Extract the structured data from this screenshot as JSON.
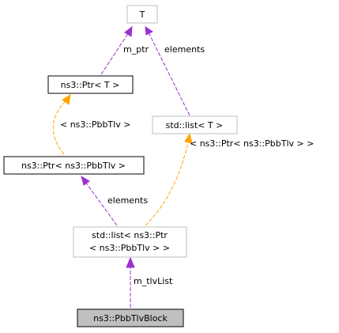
{
  "nodes": {
    "t": {
      "label": "T"
    },
    "ptr_t": {
      "label": "ns3::Ptr< T >"
    },
    "list_t": {
      "label": "std::list< T >"
    },
    "ptr_pbbtlv": {
      "label": "ns3::Ptr< ns3::PbbTlv >"
    },
    "list_ptr_pbbtlv": {
      "line1": "std::list< ns3::Ptr",
      "line2": "< ns3::PbbTlv > >"
    },
    "pbbtlvblock": {
      "label": "ns3::PbbTlvBlock"
    }
  },
  "edges": {
    "m_ptr": "m_ptr",
    "elements_top": "elements",
    "tmpl_ptr_pbbtlv": "< ns3::PbbTlv >",
    "tmpl_list": "< ns3::Ptr< ns3::PbbTlv > >",
    "elements_bottom": "elements",
    "m_tlvlist": "m_tlvList"
  },
  "colors": {
    "usage_edge": "#9a32cd",
    "template_edge": "#ffa500",
    "focus_fill": "#bfbfbf",
    "undocumented_border": "#bfbfbf"
  }
}
